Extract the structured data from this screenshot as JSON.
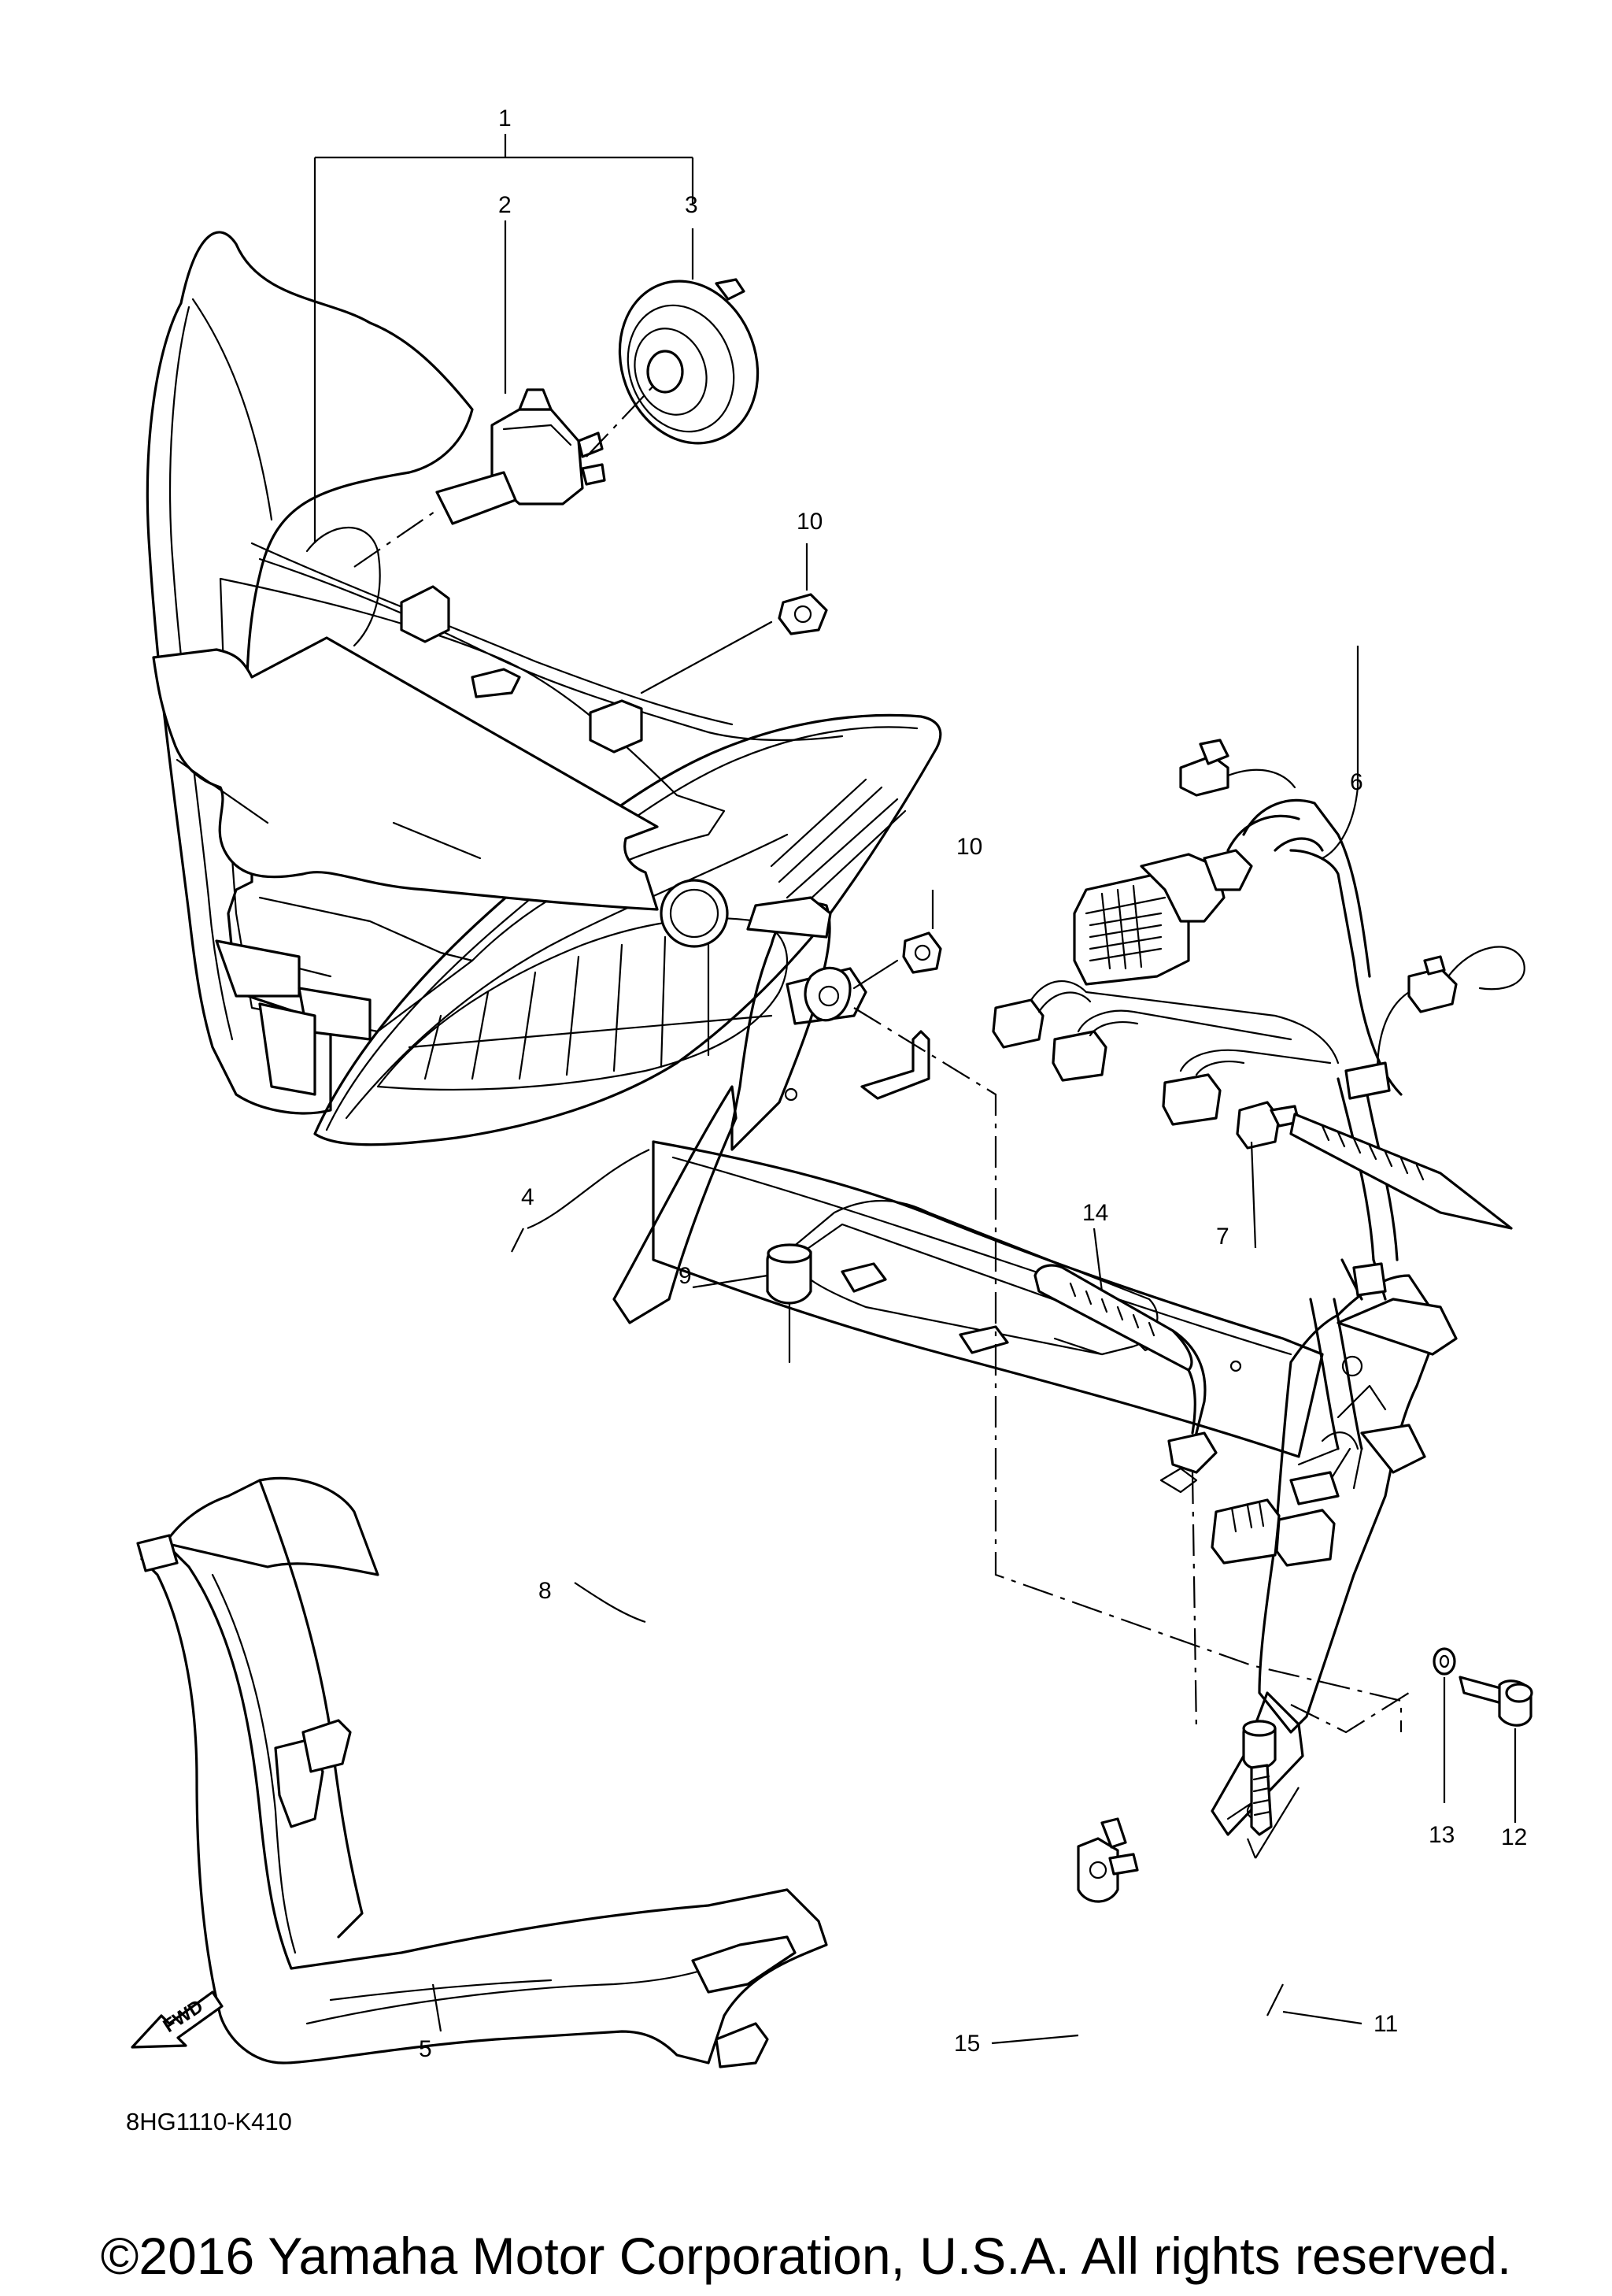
{
  "diagram_code": "8HG1110-K410",
  "copyright": "©2016 Yamaha Motor Corporation, U.S.A. All rights reserved.",
  "fwd_label": "FWD",
  "callouts": {
    "c1": "1",
    "c2": "2",
    "c3": "3",
    "c4": "4",
    "c5": "5",
    "c6": "6",
    "c7": "7",
    "c8": "8",
    "c9": "9",
    "c10a": "10",
    "c10b": "10",
    "c11": "11",
    "c12": "12",
    "c13": "13",
    "c14": "14",
    "c15": "15"
  }
}
